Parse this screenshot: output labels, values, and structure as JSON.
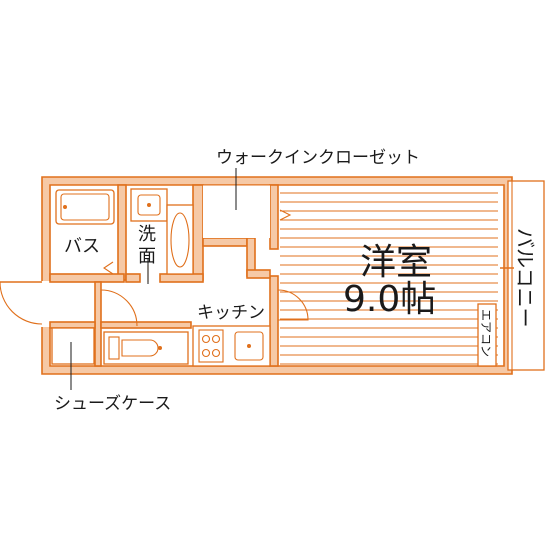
{
  "labels": {
    "walk_in_closet": "ウォークインクローゼット",
    "bath": "バス",
    "washroom_line1": "洗",
    "washroom_line2": "面",
    "kitchen": "キッチン",
    "western_room": "洋室",
    "room_size": "9.0帖",
    "balcony": "バルコニー",
    "air_conditioner": "エアコン",
    "shoe_case": "シューズケース"
  },
  "colors": {
    "wall_stroke": "#e0701c",
    "wall_fill": "#f6c9a6",
    "fixture_fill": "#ffffff",
    "text": "#1a1a1a"
  }
}
